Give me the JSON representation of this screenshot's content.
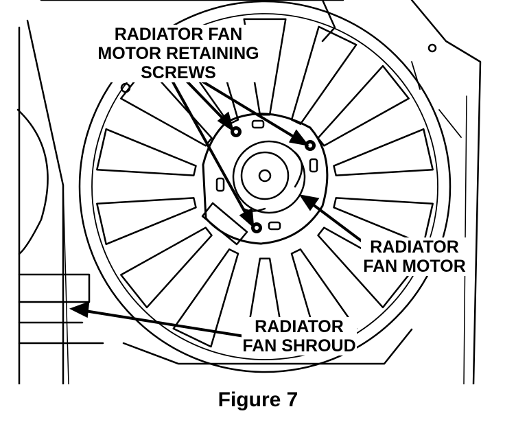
{
  "labels": {
    "screws": [
      "RADIATOR FAN",
      "MOTOR RETAINING",
      "SCREWS"
    ],
    "motor": [
      "RADIATOR",
      "FAN MOTOR"
    ],
    "shroud": [
      "RADIATOR",
      "FAN SHROUD"
    ]
  },
  "caption": "Figure 7",
  "fan": {
    "blade_count": 14
  },
  "colors": {
    "ink": "#000000",
    "paper": "#ffffff"
  }
}
